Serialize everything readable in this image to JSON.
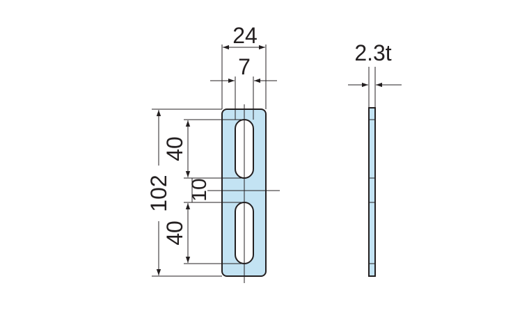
{
  "drawing": {
    "colors": {
      "part_fill": "#c3e3f3",
      "line": "#231f20",
      "background": "#ffffff"
    },
    "front_view": {
      "width_label": "24",
      "slot_width_label": "7",
      "overall_height_label": "102",
      "upper_slot_label": "40",
      "gap_label": "10",
      "lower_slot_label": "40"
    },
    "side_view": {
      "thickness_label": "2.3t"
    }
  }
}
